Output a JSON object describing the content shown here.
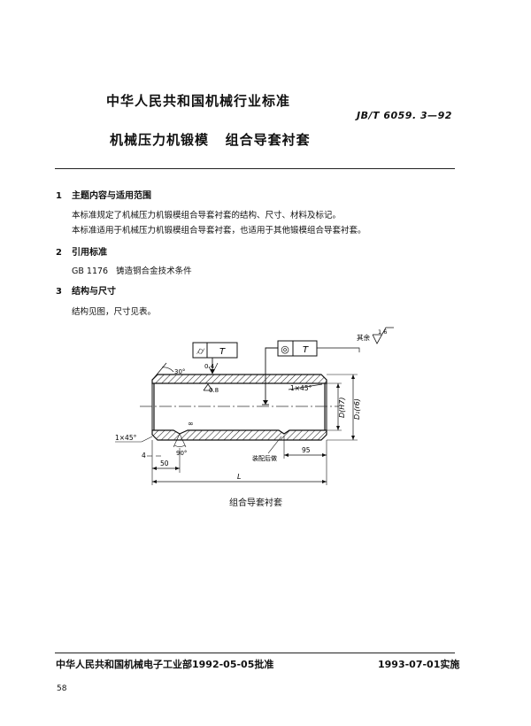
{
  "header": {
    "org_title": "中华人民共和国机械行业标准",
    "standard_number": "JB/T 6059. 3—92",
    "doc_title": "机械压力机锻模   组合导套衬套"
  },
  "sections": [
    {
      "num": "1",
      "title": "主题内容与适用范围",
      "paragraphs": [
        "本标准规定了机械压力机锻模组合导套衬套的结构、尺寸、材料及标记。",
        "本标准适用于机械压力机锻模组合导套衬套，也适用于其他锻模组合导套衬套。"
      ]
    },
    {
      "num": "2",
      "title": "引用标准",
      "paragraphs": [
        "GB 1176   铸造铜合金技术条件"
      ]
    },
    {
      "num": "3",
      "title": "结构与尺寸",
      "paragraphs": [
        "结构见图，尺寸见表。"
      ]
    }
  ],
  "drawing": {
    "fcf_left_symbol": "⌭",
    "fcf_left_datum": "T",
    "fcf_right_symbol": "◎",
    "fcf_right_datum": "T",
    "rest_label": "其余",
    "rest_roughness": "1.6",
    "angle_30": "30°",
    "rough_top": "0.4",
    "rough_bore": "0.8",
    "chamfer_right": "1×45°",
    "chamfer_left": "1×45°",
    "dia_inner": "D(H7)",
    "dia_outer": "D₁(r6)",
    "infinity": "∞",
    "angle_90": "90°",
    "dim_4": "4",
    "dim_50": "50",
    "dim_95": "95",
    "dim_L": "L",
    "assembly_note": "装配后做",
    "caption": "组合导套衬套"
  },
  "footer": {
    "approval": "中华人民共和国机械电子工业部1992-05-05批准",
    "implementation": "1993-07-01实施",
    "page_number": "58"
  }
}
